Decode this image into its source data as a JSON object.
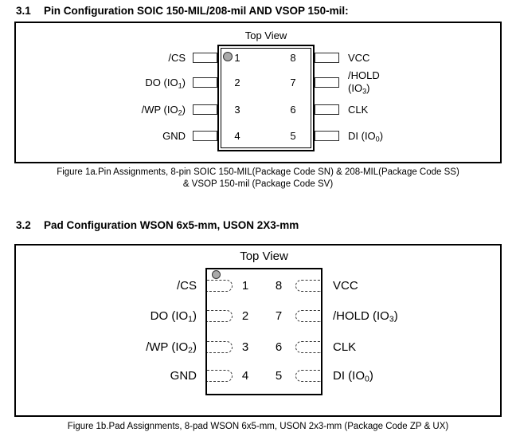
{
  "colors": {
    "dot_fill": "#a9a9a9",
    "line": "#000000",
    "background": "#ffffff"
  },
  "section1": {
    "number": "3.1",
    "title": "Pin Configuration SOIC 150-MIL/208-mil AND VSOP 150-mil:"
  },
  "section2": {
    "number": "3.2",
    "title": "Pad Configuration WSON 6x5-mm, USON 2X3-mm"
  },
  "fig1a": {
    "top_view": "Top View",
    "left": [
      {
        "num": "1",
        "pre": "/CS"
      },
      {
        "num": "2",
        "pre": "DO (IO",
        "sub": "1",
        "post": ")"
      },
      {
        "num": "3",
        "pre": "/WP (IO",
        "sub": "2",
        "post": ")"
      },
      {
        "num": "4",
        "pre": "GND"
      }
    ],
    "right": [
      {
        "num": "8",
        "pre": "VCC"
      },
      {
        "num": "7",
        "line1": "/HOLD",
        "pre": "(IO",
        "sub": "3",
        "post": ")"
      },
      {
        "num": "6",
        "pre": "CLK"
      },
      {
        "num": "5",
        "pre": "DI (IO",
        "sub": "0",
        "post": ")"
      }
    ],
    "caption_line1": "Figure 1a.Pin Assignments, 8-pin SOIC 150-MIL(Package Code SN) & 208-MIL(Package Code SS)",
    "caption_line2": "& VSOP 150-mil (Package Code SV)"
  },
  "fig1b": {
    "top_view": "Top View",
    "left": [
      {
        "num": "1",
        "pre": "/CS"
      },
      {
        "num": "2",
        "pre": "DO (IO",
        "sub": "1",
        "post": ")"
      },
      {
        "num": "3",
        "pre": "/WP (IO",
        "sub": "2",
        "post": ")"
      },
      {
        "num": "4",
        "pre": "GND"
      }
    ],
    "right": [
      {
        "num": "8",
        "pre": "VCC"
      },
      {
        "num": "7",
        "pre": "/HOLD (IO",
        "sub": "3",
        "post": ")"
      },
      {
        "num": "6",
        "pre": "CLK"
      },
      {
        "num": "5",
        "pre": "DI (IO",
        "sub": "0",
        "post": ")"
      }
    ],
    "caption": "Figure 1b.Pad Assignments, 8-pad WSON 6x5-mm, USON 2x3-mm (Package Code ZP & UX)"
  }
}
